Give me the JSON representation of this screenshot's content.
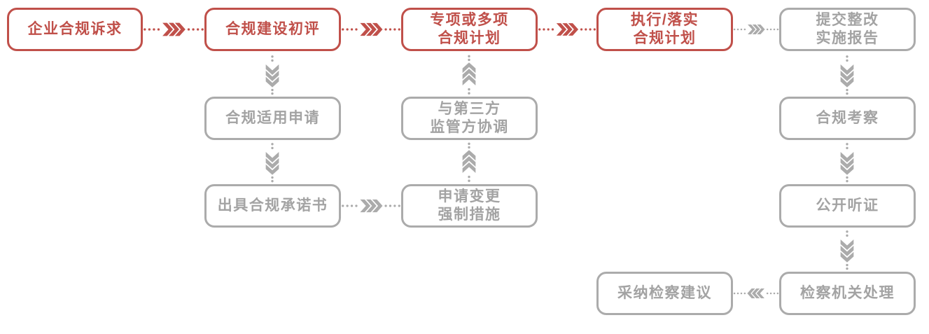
{
  "diagram": {
    "colors": {
      "primary": "#C0504A",
      "muted": "#ABABAB",
      "muted_text": "#A3A3A3",
      "background": "#FFFFFF"
    },
    "nodes": [
      {
        "id": "request",
        "label": "企业合规诉求",
        "emphasis": "primary"
      },
      {
        "id": "initial-eval",
        "label": "合规建设初评",
        "emphasis": "primary"
      },
      {
        "id": "plan",
        "label": "专项或多项\n合规计划",
        "emphasis": "primary"
      },
      {
        "id": "execute",
        "label": "执行/落实\n合规计划",
        "emphasis": "primary"
      },
      {
        "id": "report",
        "label": "提交整改\n实施报告",
        "emphasis": "muted"
      },
      {
        "id": "application",
        "label": "合规适用申请",
        "emphasis": "muted"
      },
      {
        "id": "third-party",
        "label": "与第三方\n监管方协调",
        "emphasis": "muted"
      },
      {
        "id": "inspection",
        "label": "合规考察",
        "emphasis": "muted"
      },
      {
        "id": "commitment",
        "label": "出具合规承诺书",
        "emphasis": "muted"
      },
      {
        "id": "change-measures",
        "label": "申请变更\n强制措施",
        "emphasis": "muted"
      },
      {
        "id": "hearing",
        "label": "公开听证",
        "emphasis": "muted"
      },
      {
        "id": "adopt",
        "label": "采纳检察建议",
        "emphasis": "muted"
      },
      {
        "id": "procuratorate",
        "label": "检察机关处理",
        "emphasis": "muted"
      }
    ],
    "connectors": [
      {
        "from": "企业合规诉求",
        "to": "合规建设初评",
        "direction": "right",
        "color": "primary"
      },
      {
        "from": "合规建设初评",
        "to": "专项或多项合规计划",
        "direction": "right",
        "color": "primary"
      },
      {
        "from": "专项或多项合规计划",
        "to": "执行/落实合规计划",
        "direction": "right",
        "color": "primary"
      },
      {
        "from": "执行/落实合规计划",
        "to": "提交整改实施报告",
        "direction": "right",
        "color": "muted"
      },
      {
        "from": "合规建设初评",
        "to": "合规适用申请",
        "direction": "down",
        "color": "muted"
      },
      {
        "from": "合规适用申请",
        "to": "出具合规承诺书",
        "direction": "down",
        "color": "muted"
      },
      {
        "from": "出具合规承诺书",
        "to": "申请变更强制措施",
        "direction": "right",
        "color": "muted"
      },
      {
        "from": "申请变更强制措施",
        "to": "与第三方监管方协调",
        "direction": "up",
        "color": "muted"
      },
      {
        "from": "与第三方监管方协调",
        "to": "专项或多项合规计划",
        "direction": "up",
        "color": "muted"
      },
      {
        "from": "提交整改实施报告",
        "to": "合规考察",
        "direction": "down",
        "color": "muted"
      },
      {
        "from": "合规考察",
        "to": "公开听证",
        "direction": "down",
        "color": "muted"
      },
      {
        "from": "公开听证",
        "to": "检察机关处理",
        "direction": "down",
        "color": "muted"
      },
      {
        "from": "检察机关处理",
        "to": "采纳检察建议",
        "direction": "left",
        "color": "muted"
      }
    ]
  }
}
